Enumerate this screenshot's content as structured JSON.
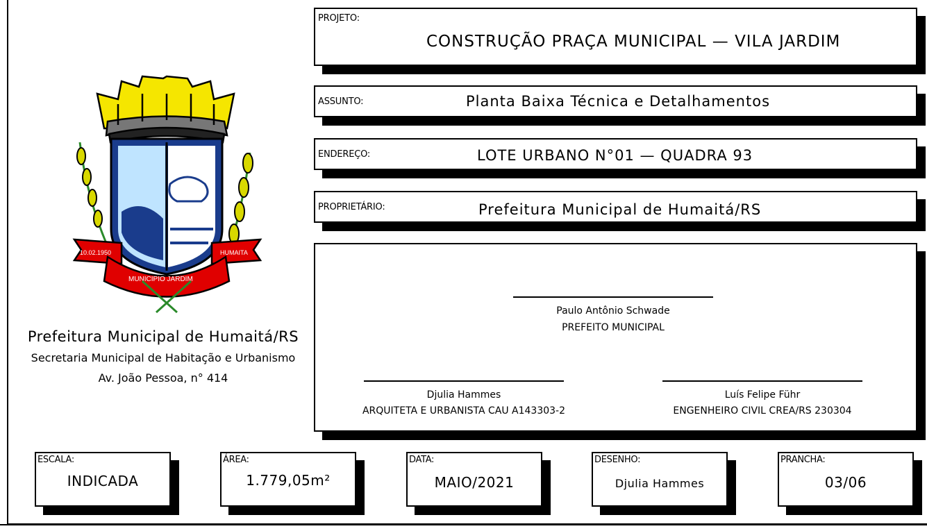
{
  "projeto": {
    "label": "PROJETO:",
    "value": "CONSTRUÇÃO PRAÇA MUNICIPAL — VILA JARDIM"
  },
  "assunto": {
    "label": "ASSUNTO:",
    "value": "Planta Baixa Técnica e Detalhamentos"
  },
  "endereco": {
    "label": "ENDEREÇO:",
    "value": "LOTE URBANO N°01 — QUADRA 93"
  },
  "proprietario": {
    "label": "PROPRIETÁRIO:",
    "value": "Prefeitura Municipal de Humaitá/RS"
  },
  "signatures": {
    "prefeito": {
      "name": "Paulo Antônio Schwade",
      "role": "PREFEITO MUNICIPAL"
    },
    "arquiteta": {
      "name": "Djulia Hammes",
      "role": "ARQUITETA E URBANISTA CAU A143303-2"
    },
    "engenheiro": {
      "name": "Luís Felipe Führ",
      "role": "ENGENHEIRO CIVIL CREA/RS 230304"
    }
  },
  "org": {
    "line1": "Prefeitura Municipal de Humaitá/RS",
    "line2": "Secretaria Municipal de Habitação e Urbanismo",
    "line3": "Av. João Pessoa, n° 414"
  },
  "emblem": {
    "ribbon_left": "10.02.1950",
    "ribbon_right": "HUMAITA",
    "ribbon_bottom": "MUNICIPIO JARDIM"
  },
  "footer": {
    "escala": {
      "label": "ESCALA:",
      "value": "INDICADA"
    },
    "area": {
      "label": "ÁREA:",
      "value": "1.779,05m²"
    },
    "data": {
      "label": "DATA:",
      "value": "MAIO/2021"
    },
    "desenho": {
      "label": "DESENHO:",
      "value": "Djulia Hammes"
    },
    "prancha": {
      "label": "PRANCHA:",
      "value": "03/06"
    }
  },
  "colors": {
    "crown": "#f5e600",
    "ribbon": "#e00000",
    "leaves": "#d8d800",
    "shield_blue": "#1a3c8c",
    "sky": "#bfe4ff"
  }
}
